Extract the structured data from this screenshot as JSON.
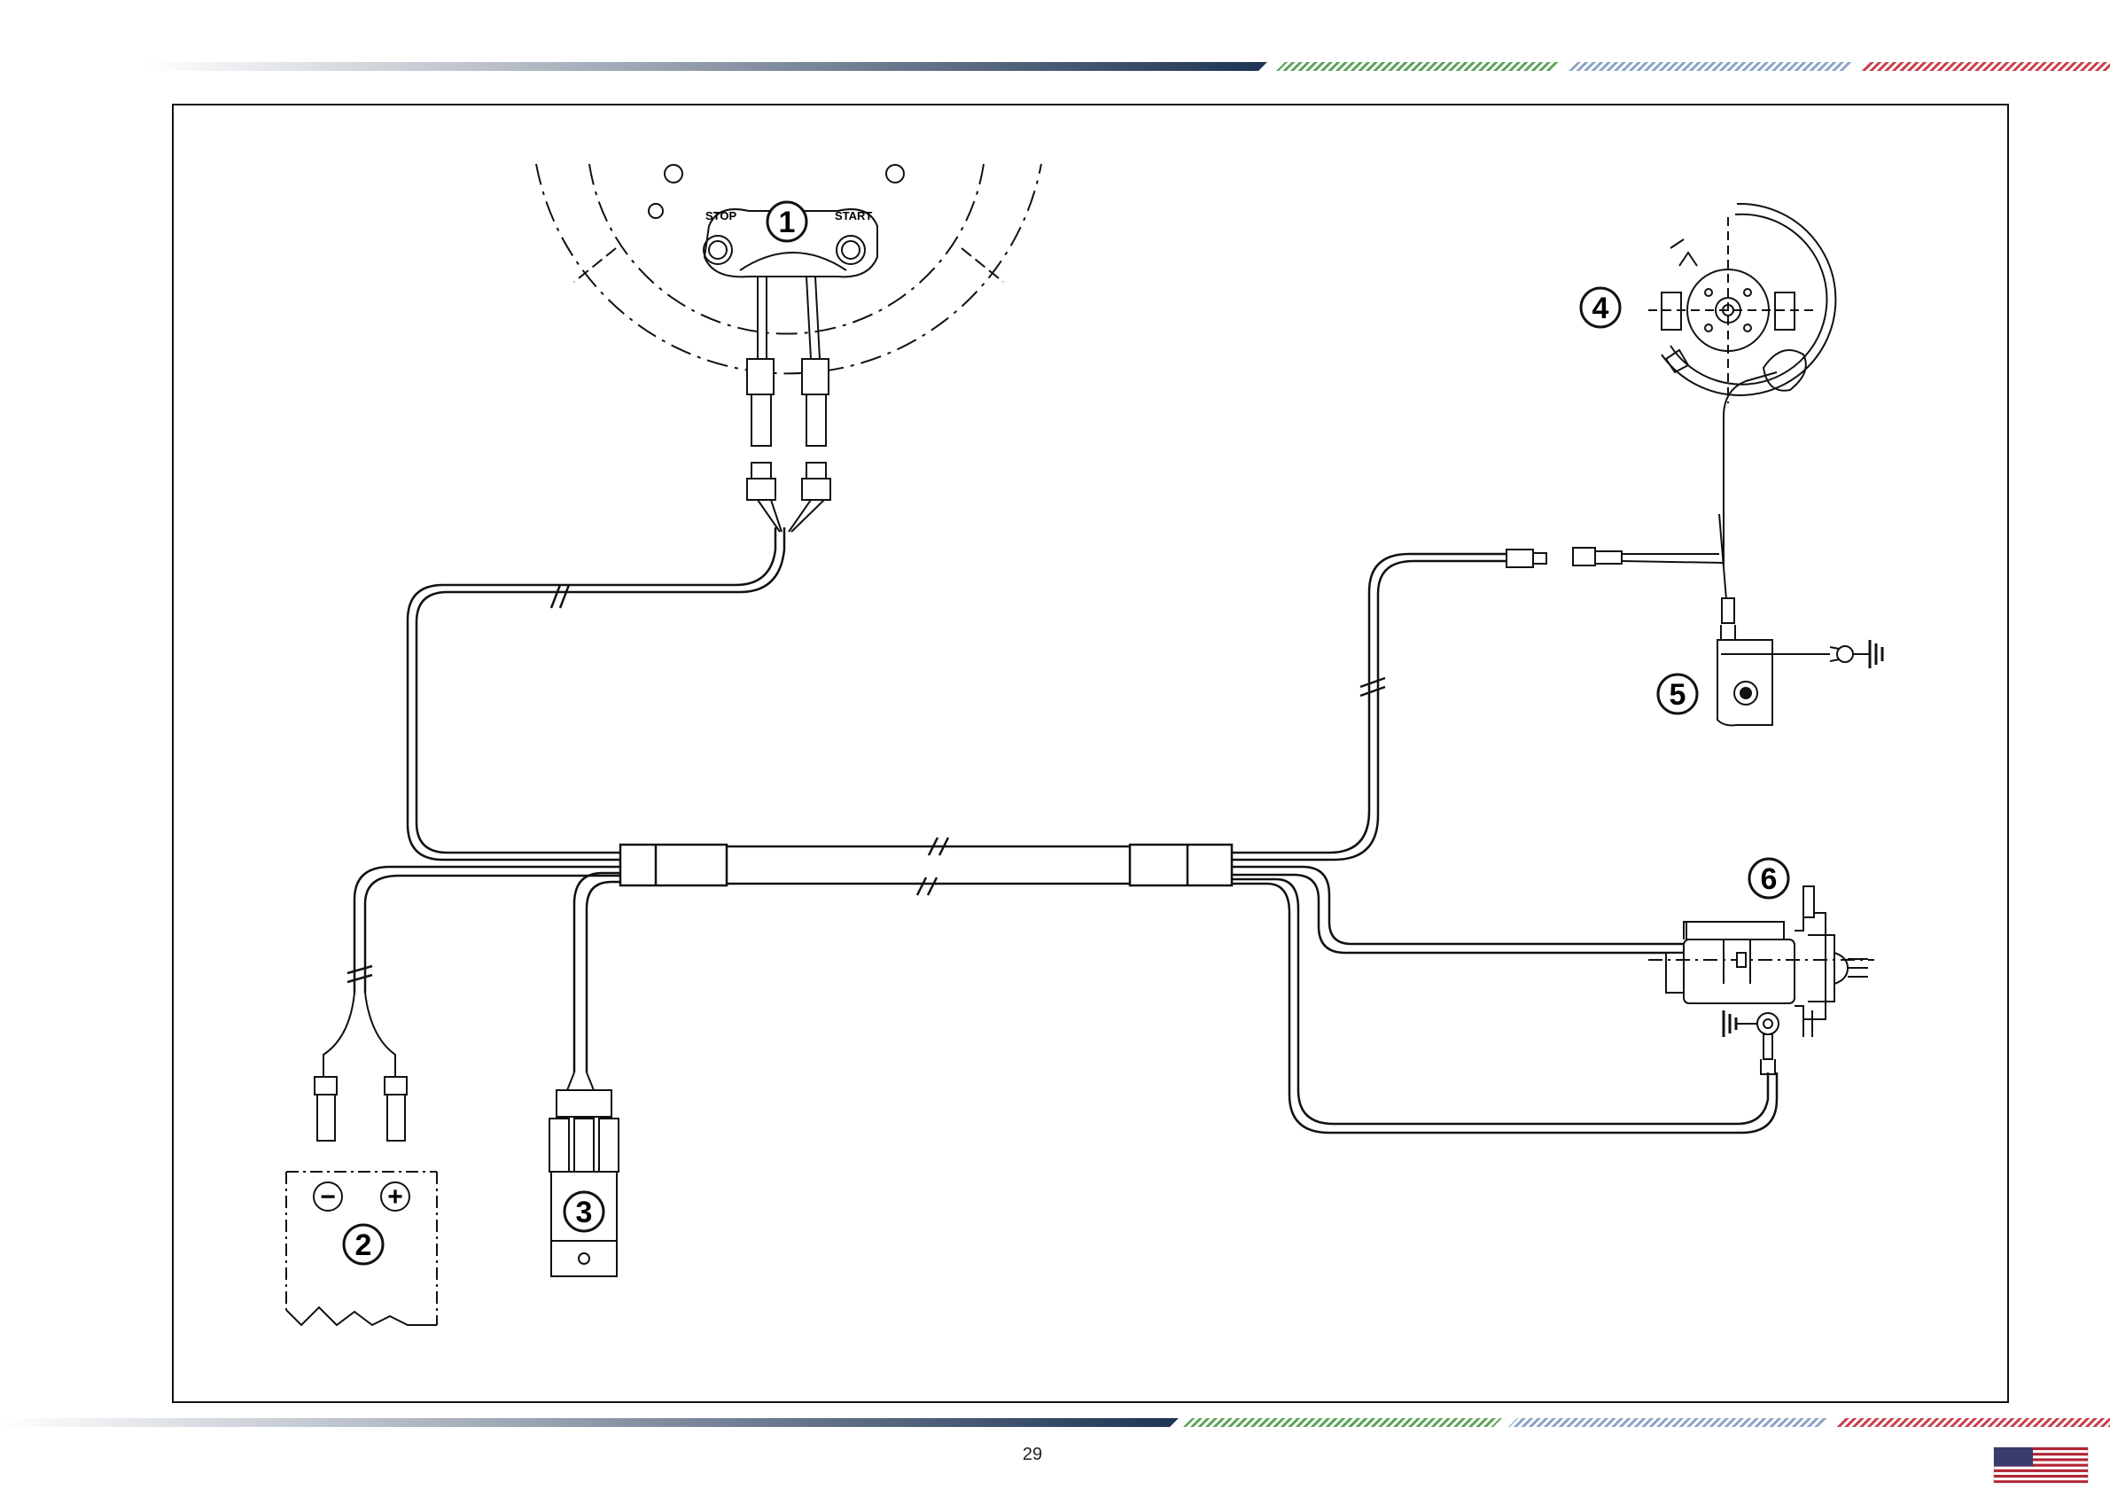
{
  "colors": {
    "ink": "#111111",
    "band_navy": "#1e3454",
    "band_green": "#5aa35a",
    "band_blue": "#8aa4c8",
    "band_red": "#c8404c",
    "flag_red": "#b22234",
    "flag_blue": "#3c3b6e"
  },
  "components": [
    {
      "number": "1",
      "name": "stop-start-switch-unit"
    },
    {
      "number": "2",
      "name": "battery"
    },
    {
      "number": "3",
      "name": "relay"
    },
    {
      "number": "4",
      "name": "stator-flywheel"
    },
    {
      "number": "5",
      "name": "ignition-module"
    },
    {
      "number": "6",
      "name": "starter-motor"
    }
  ],
  "switch_labels": {
    "stop": "STOP",
    "start": "START"
  },
  "battery_terminals": {
    "negative": "−",
    "positive": "+"
  },
  "footer": {
    "page_number": "29",
    "flag_icon": "us-flag-icon"
  }
}
